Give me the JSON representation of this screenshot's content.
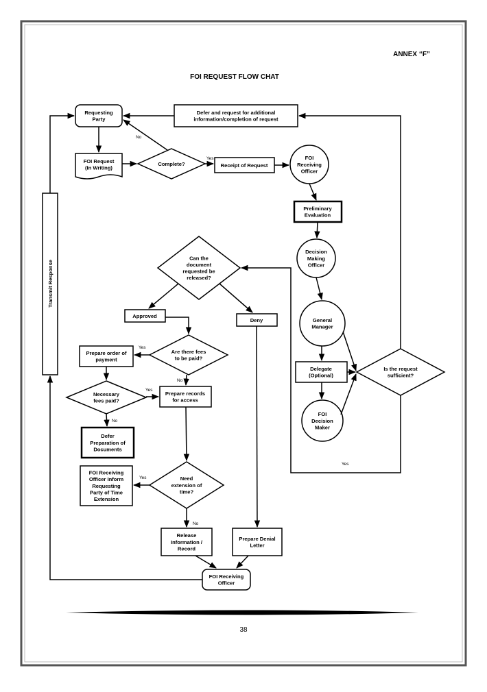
{
  "annex": "ANNEX “F”",
  "title": "FOI REQUEST FLOW CHAT",
  "page_number": "38",
  "nodes": {
    "requesting_party": [
      "Requesting",
      "Party"
    ],
    "defer_request": [
      "Defer and request for additional",
      "information/completion of request"
    ],
    "foi_request": [
      "FOI Request",
      "(In Writing)"
    ],
    "complete": [
      "Complete?"
    ],
    "receipt": [
      "Receipt of Request"
    ],
    "foi_receiving_officer_top": [
      "FOI",
      "Receiving",
      "Officer"
    ],
    "preliminary": [
      "Preliminary",
      "Evaluation"
    ],
    "decision_making": [
      "Decision",
      "Making",
      "Officer"
    ],
    "can_release": [
      "Can the",
      "document",
      "requested be",
      "released?"
    ],
    "general_manager": [
      "General",
      "Manager"
    ],
    "approved": [
      "Approved"
    ],
    "deny": [
      "Deny"
    ],
    "delegate": [
      "Delegate",
      "(Optional)"
    ],
    "sufficient": [
      "Is the request",
      "sufficient?"
    ],
    "foi_decision_maker": [
      "FOI",
      "Decision",
      "Maker"
    ],
    "fees_to_pay": [
      "Are there fees",
      "to be paid?"
    ],
    "prepare_order": [
      "Prepare order of",
      "payment"
    ],
    "fees_paid": [
      "Necessary",
      "fees paid?"
    ],
    "prepare_records": [
      "Prepare records",
      "for access"
    ],
    "defer_prep": [
      "Defer",
      "Preparation of",
      "Documents"
    ],
    "inform_extension": [
      "FOI Receiving",
      "Officer Inform",
      "Requesting",
      "Party of Time",
      "Extension"
    ],
    "need_extension": [
      "Need",
      "extension of",
      "time?"
    ],
    "release": [
      "Release",
      "Information /",
      "Record"
    ],
    "denial_letter": [
      "Prepare Denial",
      "Letter"
    ],
    "foi_receiving_officer_bottom": [
      "FOI Receiving",
      "Officer"
    ],
    "transmit": [
      "Transmit Response"
    ]
  },
  "edge_labels": {
    "complete_no": "No",
    "complete_yes": "Yes",
    "fees_yes": "Yes",
    "fees_no": "No",
    "paid_yes": "Yes",
    "paid_no": "No",
    "extension_yes": "Yes",
    "extension_no": "No",
    "sufficient_yes": "Yes"
  }
}
